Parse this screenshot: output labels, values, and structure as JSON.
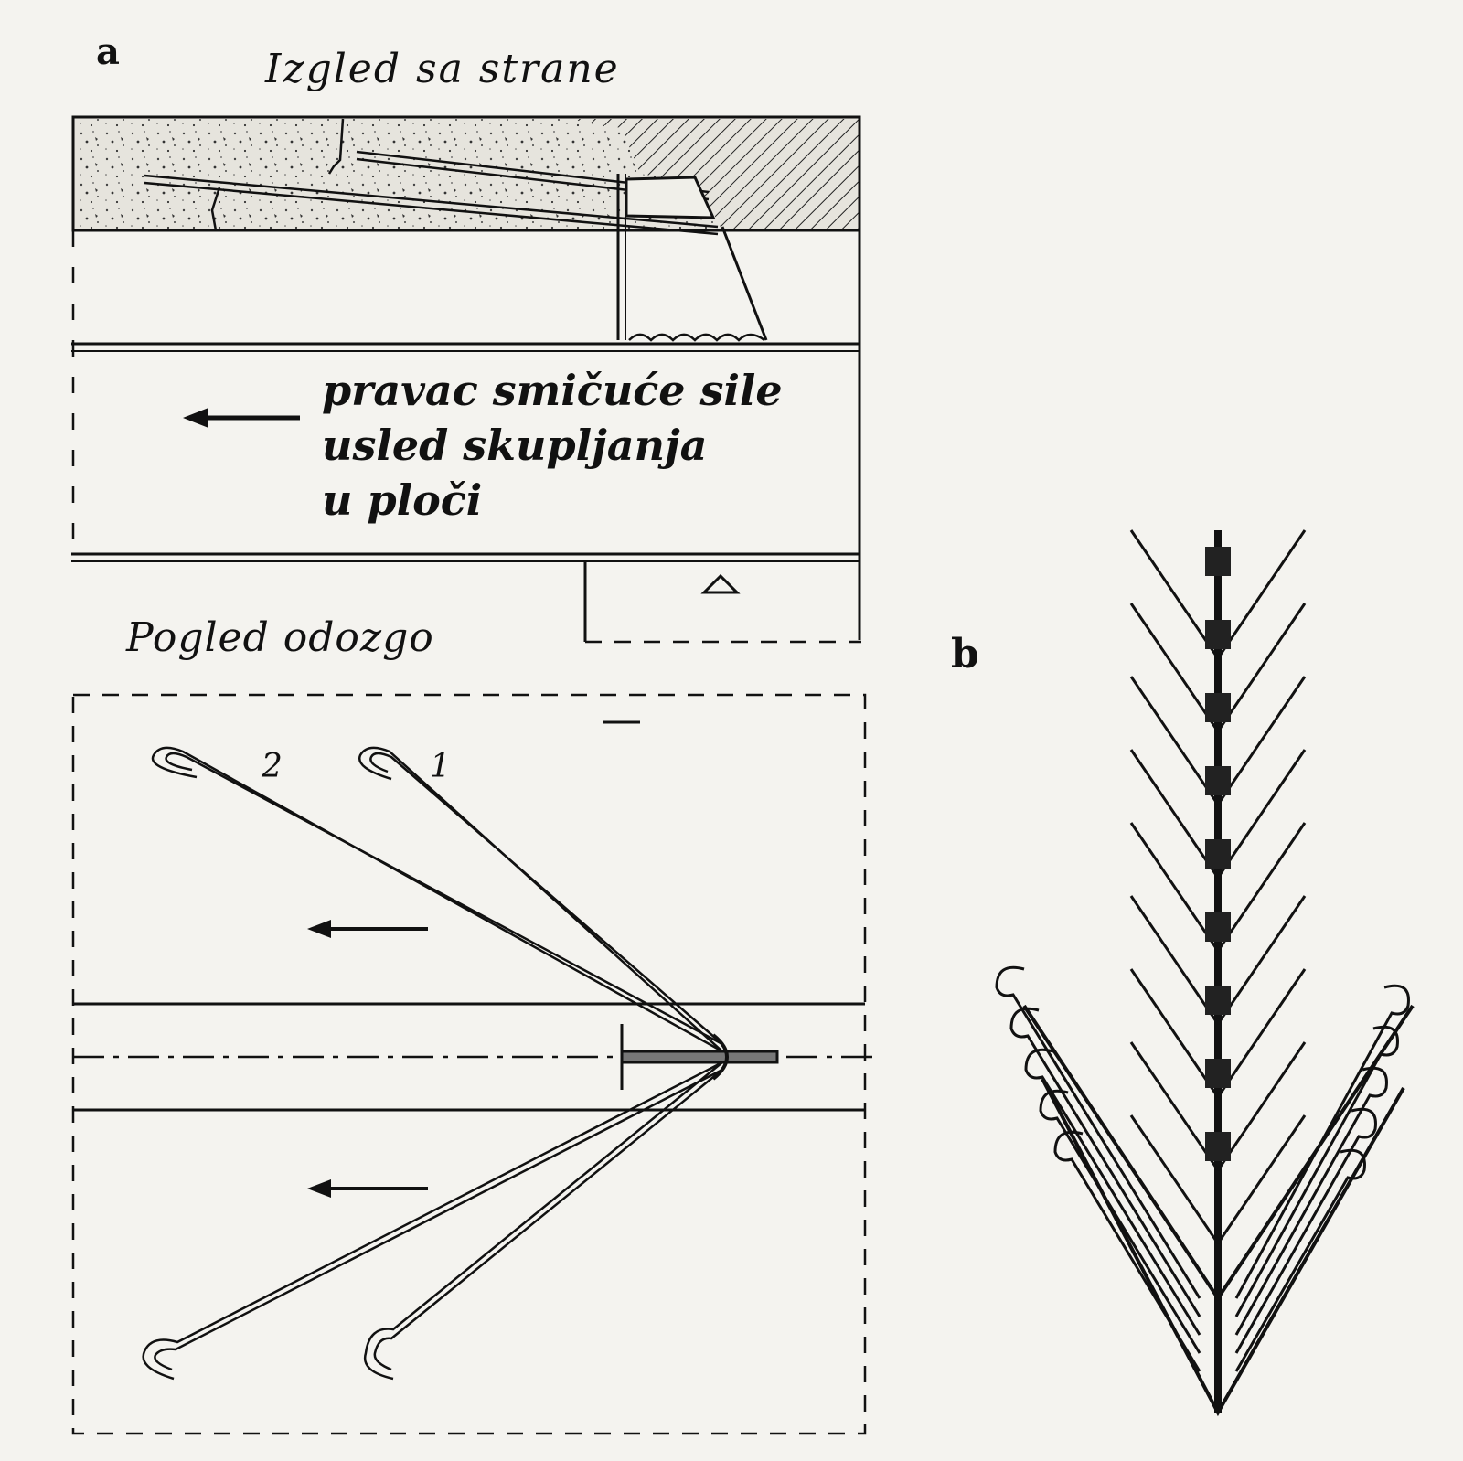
{
  "panel_a": {
    "letter": "a",
    "side_view_title": "Izgled sa strane",
    "force_note_lines": [
      "pravac smičuće sile",
      "usled skupljanja",
      "u ploči"
    ],
    "top_view_title": "Pogled odozgo",
    "bar_labels": [
      "2",
      "1"
    ]
  },
  "panel_b": {
    "letter": "b"
  },
  "colors": {
    "ink": "#111111",
    "paper": "#f4f3ef"
  }
}
